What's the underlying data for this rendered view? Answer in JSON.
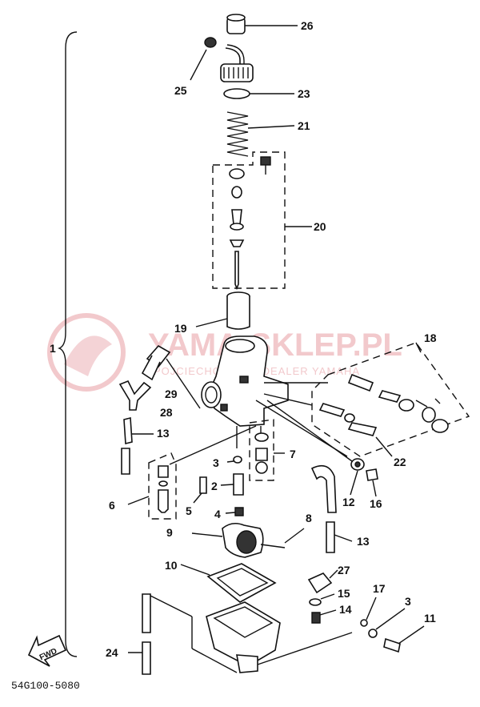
{
  "diagram_code": "54G100-5080",
  "watermark": {
    "brand": "YAMA-SKLEP.PL",
    "tagline": "POJCIECHOWSKI | DEALER YAMAHA"
  },
  "fwd_label": "FWD",
  "callouts": {
    "c1": "1",
    "c2": "2",
    "c3a": "3",
    "c3b": "3",
    "c4": "4",
    "c5": "5",
    "c6": "6",
    "c7": "7",
    "c8": "8",
    "c9": "9",
    "c10": "10",
    "c11": "11",
    "c12": "12",
    "c13a": "13",
    "c13b": "13",
    "c14": "14",
    "c15": "15",
    "c16": "16",
    "c17": "17",
    "c18": "18",
    "c19": "19",
    "c20": "20",
    "c21": "21",
    "c22": "22",
    "c23": "23",
    "c24": "24",
    "c25": "25",
    "c26": "26",
    "c27": "27",
    "c28": "28",
    "c29": "29"
  }
}
